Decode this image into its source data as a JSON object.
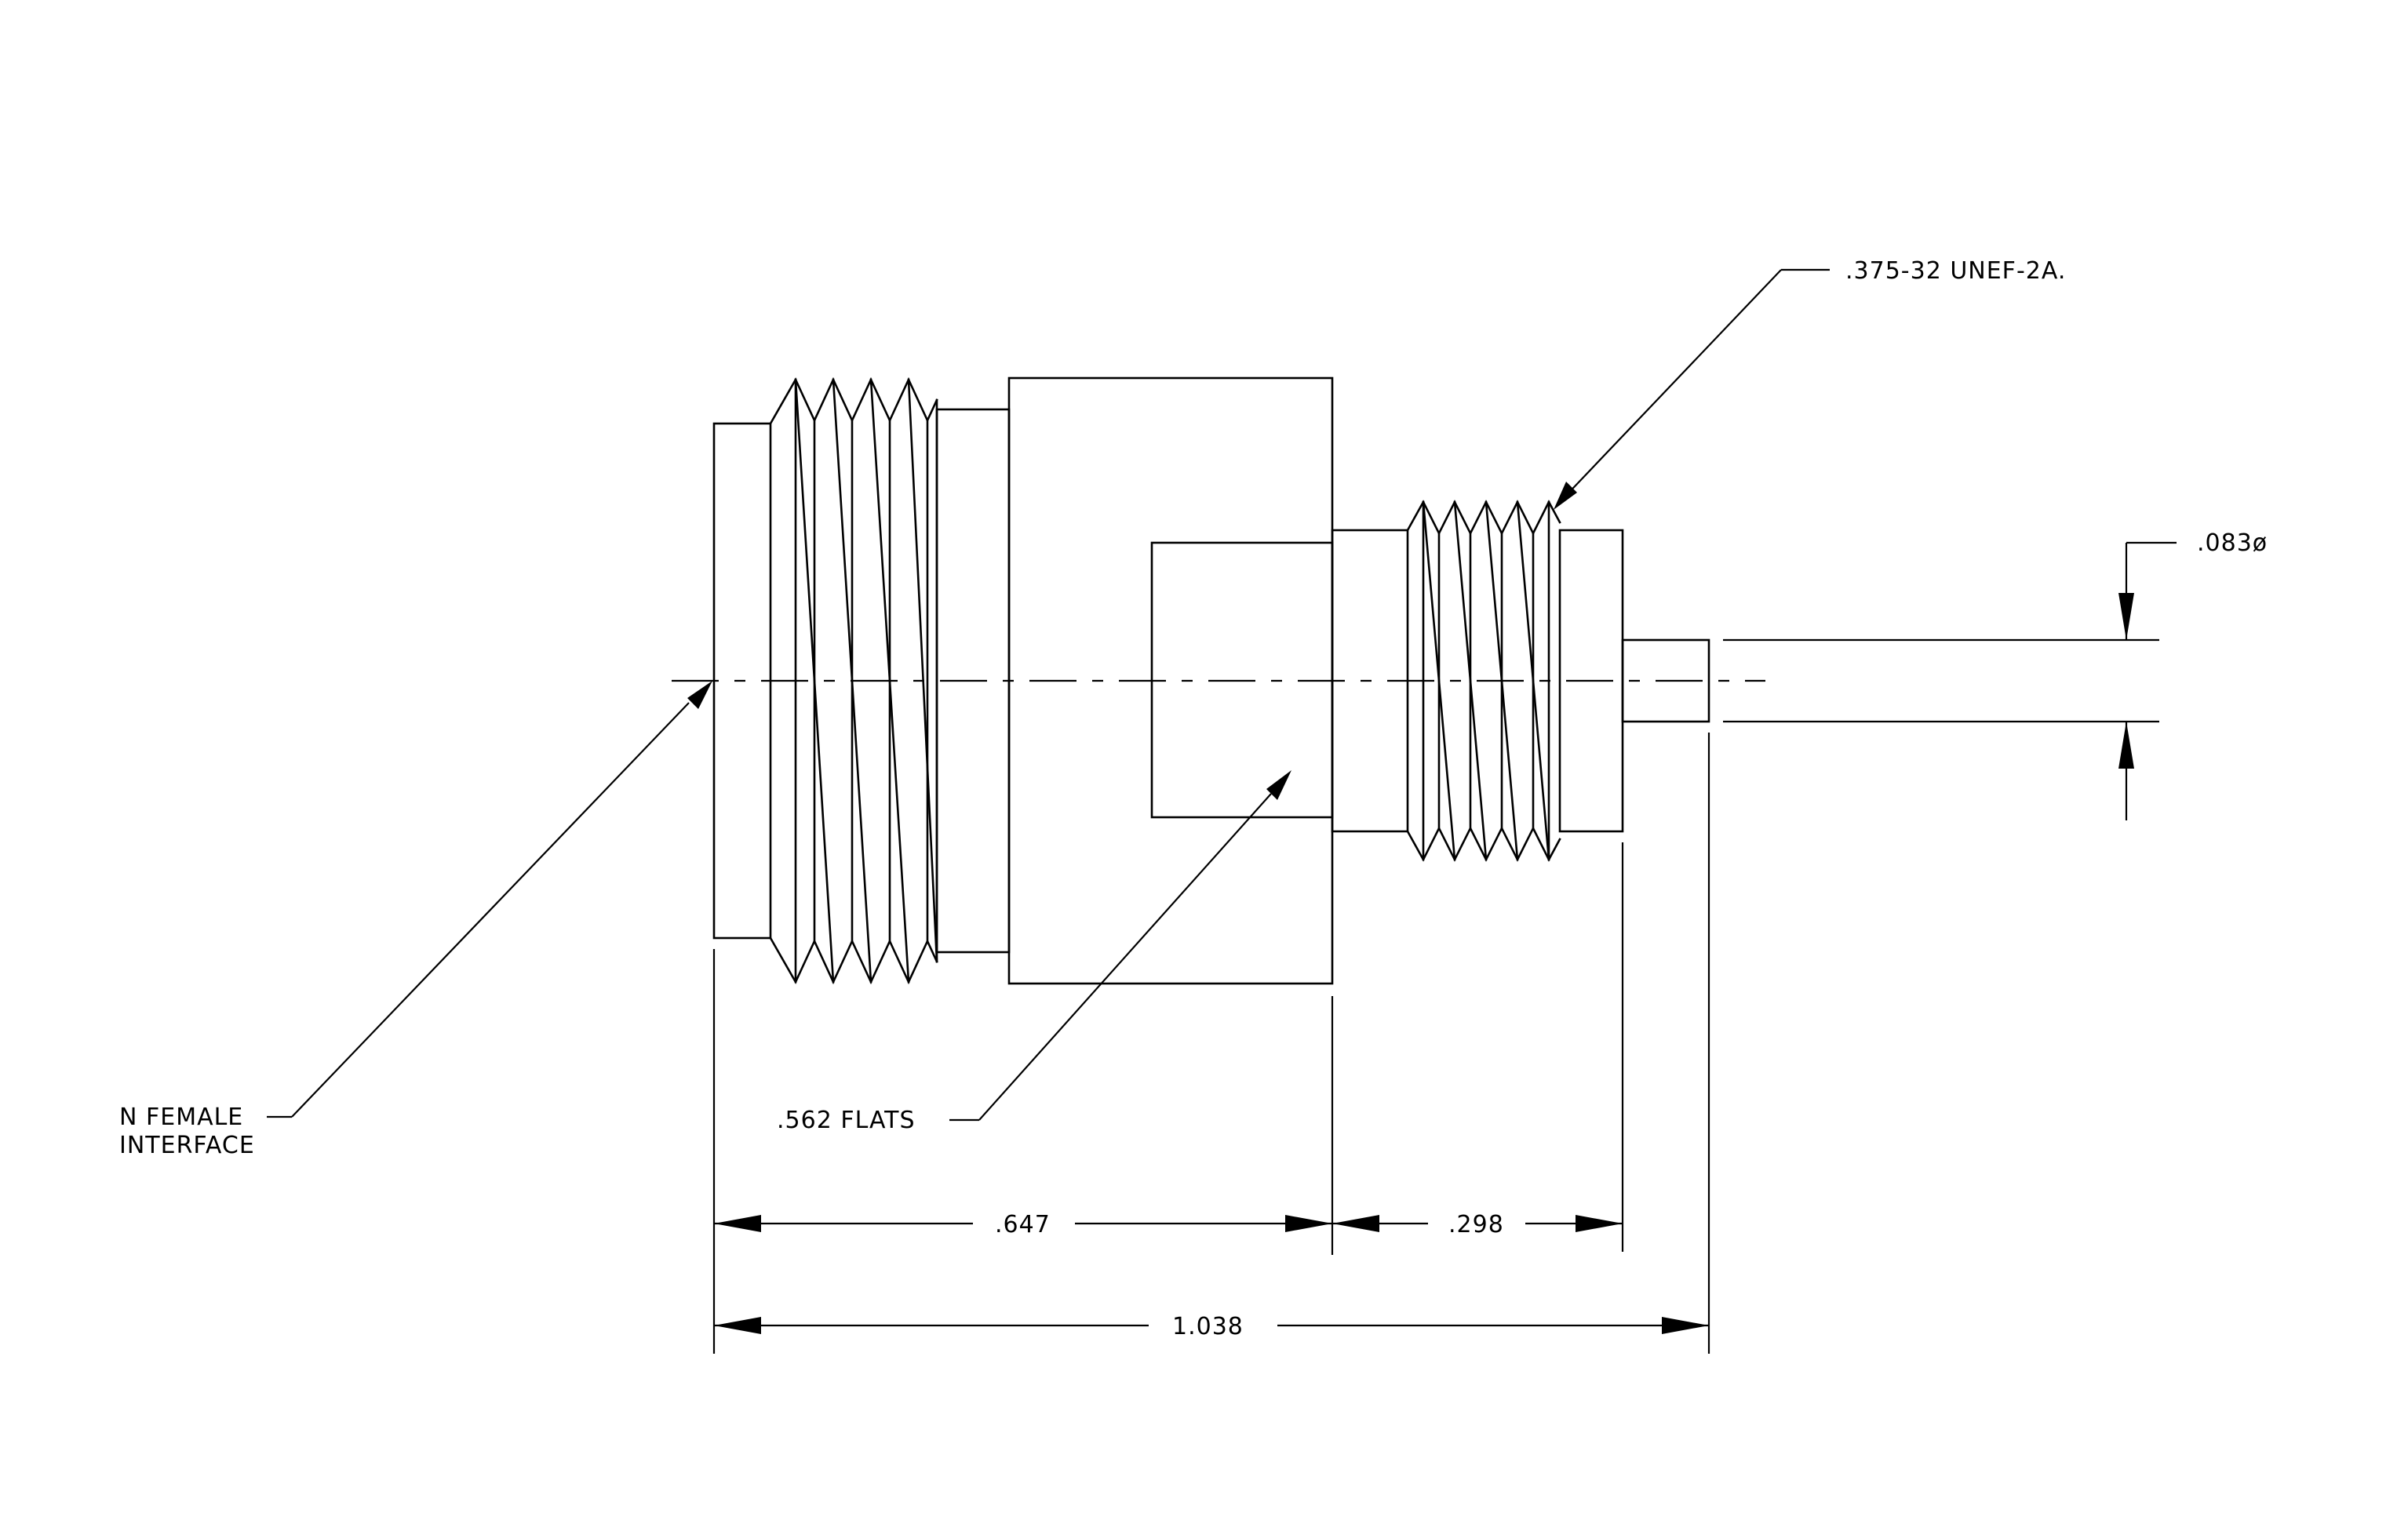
{
  "labels": {
    "thread_spec": ".375-32 UNEF-2A.",
    "pin_diameter": ".083ø",
    "interface_line1": "N FEMALE",
    "interface_line2": "INTERFACE",
    "flats": ".562 FLATS",
    "dim_body": ".647",
    "dim_thread": ".298",
    "dim_overall": "1.038"
  }
}
